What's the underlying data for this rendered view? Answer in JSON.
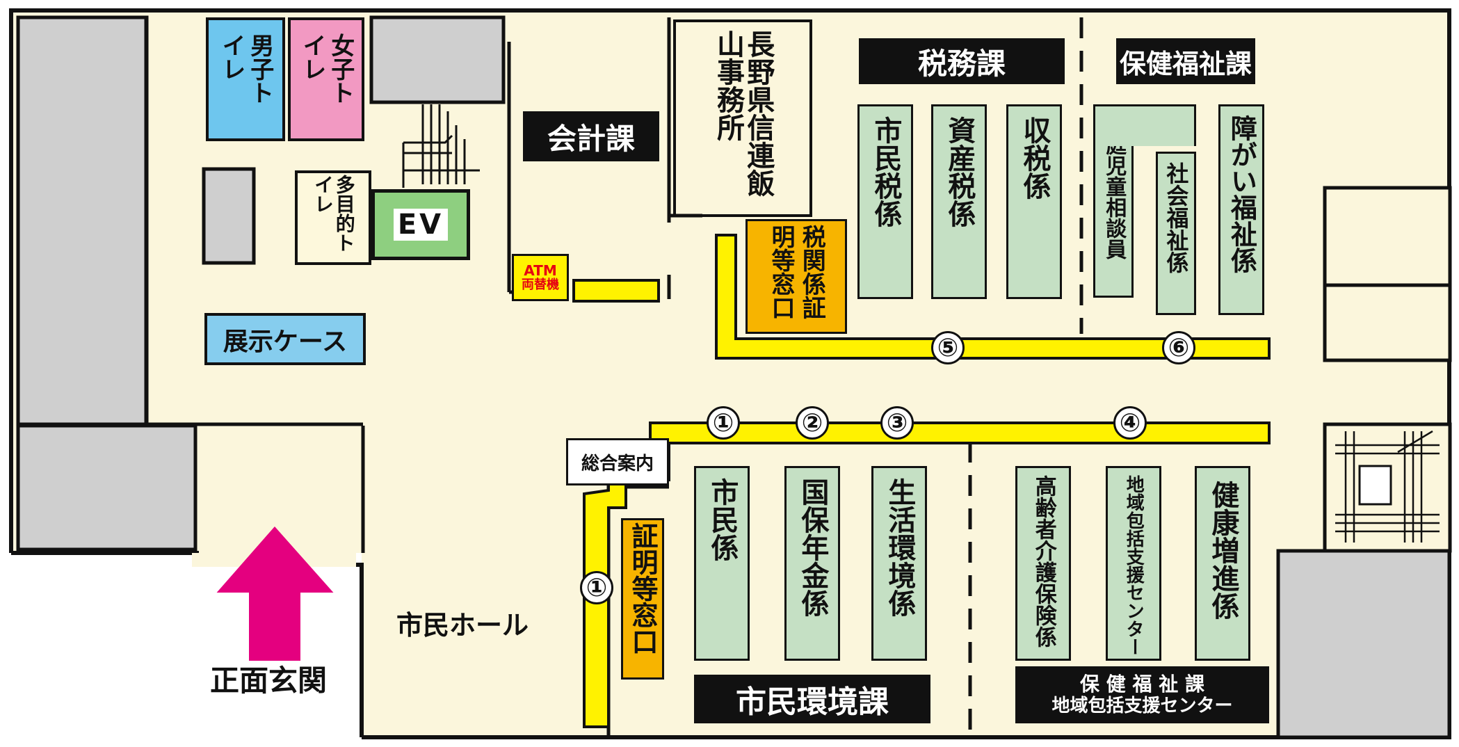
{
  "colors": {
    "floor": "#fbf6dc",
    "wall": "#111111",
    "gray_block": "#cfcfcf",
    "mens_restroom": "#6ec6ee",
    "womens_restroom": "#f299c2",
    "elevator": "#8ecf80",
    "desk": "#c5e0c4",
    "counter_yellow": "#fff200",
    "tax_window": "#f7b400",
    "showcase": "#86cdee",
    "entrance_arrow": "#e4007f",
    "atm_text": "#e60012"
  },
  "restrooms": {
    "mens": "男子トイレ",
    "womens": "女子トイレ",
    "multipurpose": "多目的トイレ"
  },
  "elevator": "EV",
  "atm": {
    "line1": "ATM",
    "line2": "両替機"
  },
  "showcase": "展示ケース",
  "accounting": "会計課",
  "prefecture_office": "長野県信連飯山事務所",
  "tax_window": "税関係証明等窓口",
  "certificate_window": "証明等窓口",
  "info_desk": "総合案内",
  "citizens_hall": "市民ホール",
  "entrance": "正面玄関",
  "departments": {
    "tax": "税務課",
    "health_welfare_top": "保健福祉課",
    "civic_env": "市民環境課",
    "health_welfare_bottom_1": "保 健 福 祉 課",
    "health_welfare_bottom_2": "地域包括支援センター"
  },
  "desks": {
    "shimin_zei": "市民税係",
    "shisan_zei": "資産税係",
    "shuzei": "収税係",
    "katei_jido": "家庭児童相談員",
    "shakai_fukushi": "社会福祉係",
    "shogai_fukushi": "障がい福祉係",
    "shimin": "市民係",
    "kokuho_nenkin": "国保年金係",
    "seikatsu_kankyo": "生活環境係",
    "koreisha_kaigo": "高齢者介護保険係",
    "chiiki_houkatsu": "地域包括支援センター",
    "kenko_zoshin": "健康増進係"
  },
  "counter_numbers": {
    "n1": "①",
    "n2": "②",
    "n3": "③",
    "n4": "④",
    "n5": "⑤",
    "n6": "⑥"
  }
}
